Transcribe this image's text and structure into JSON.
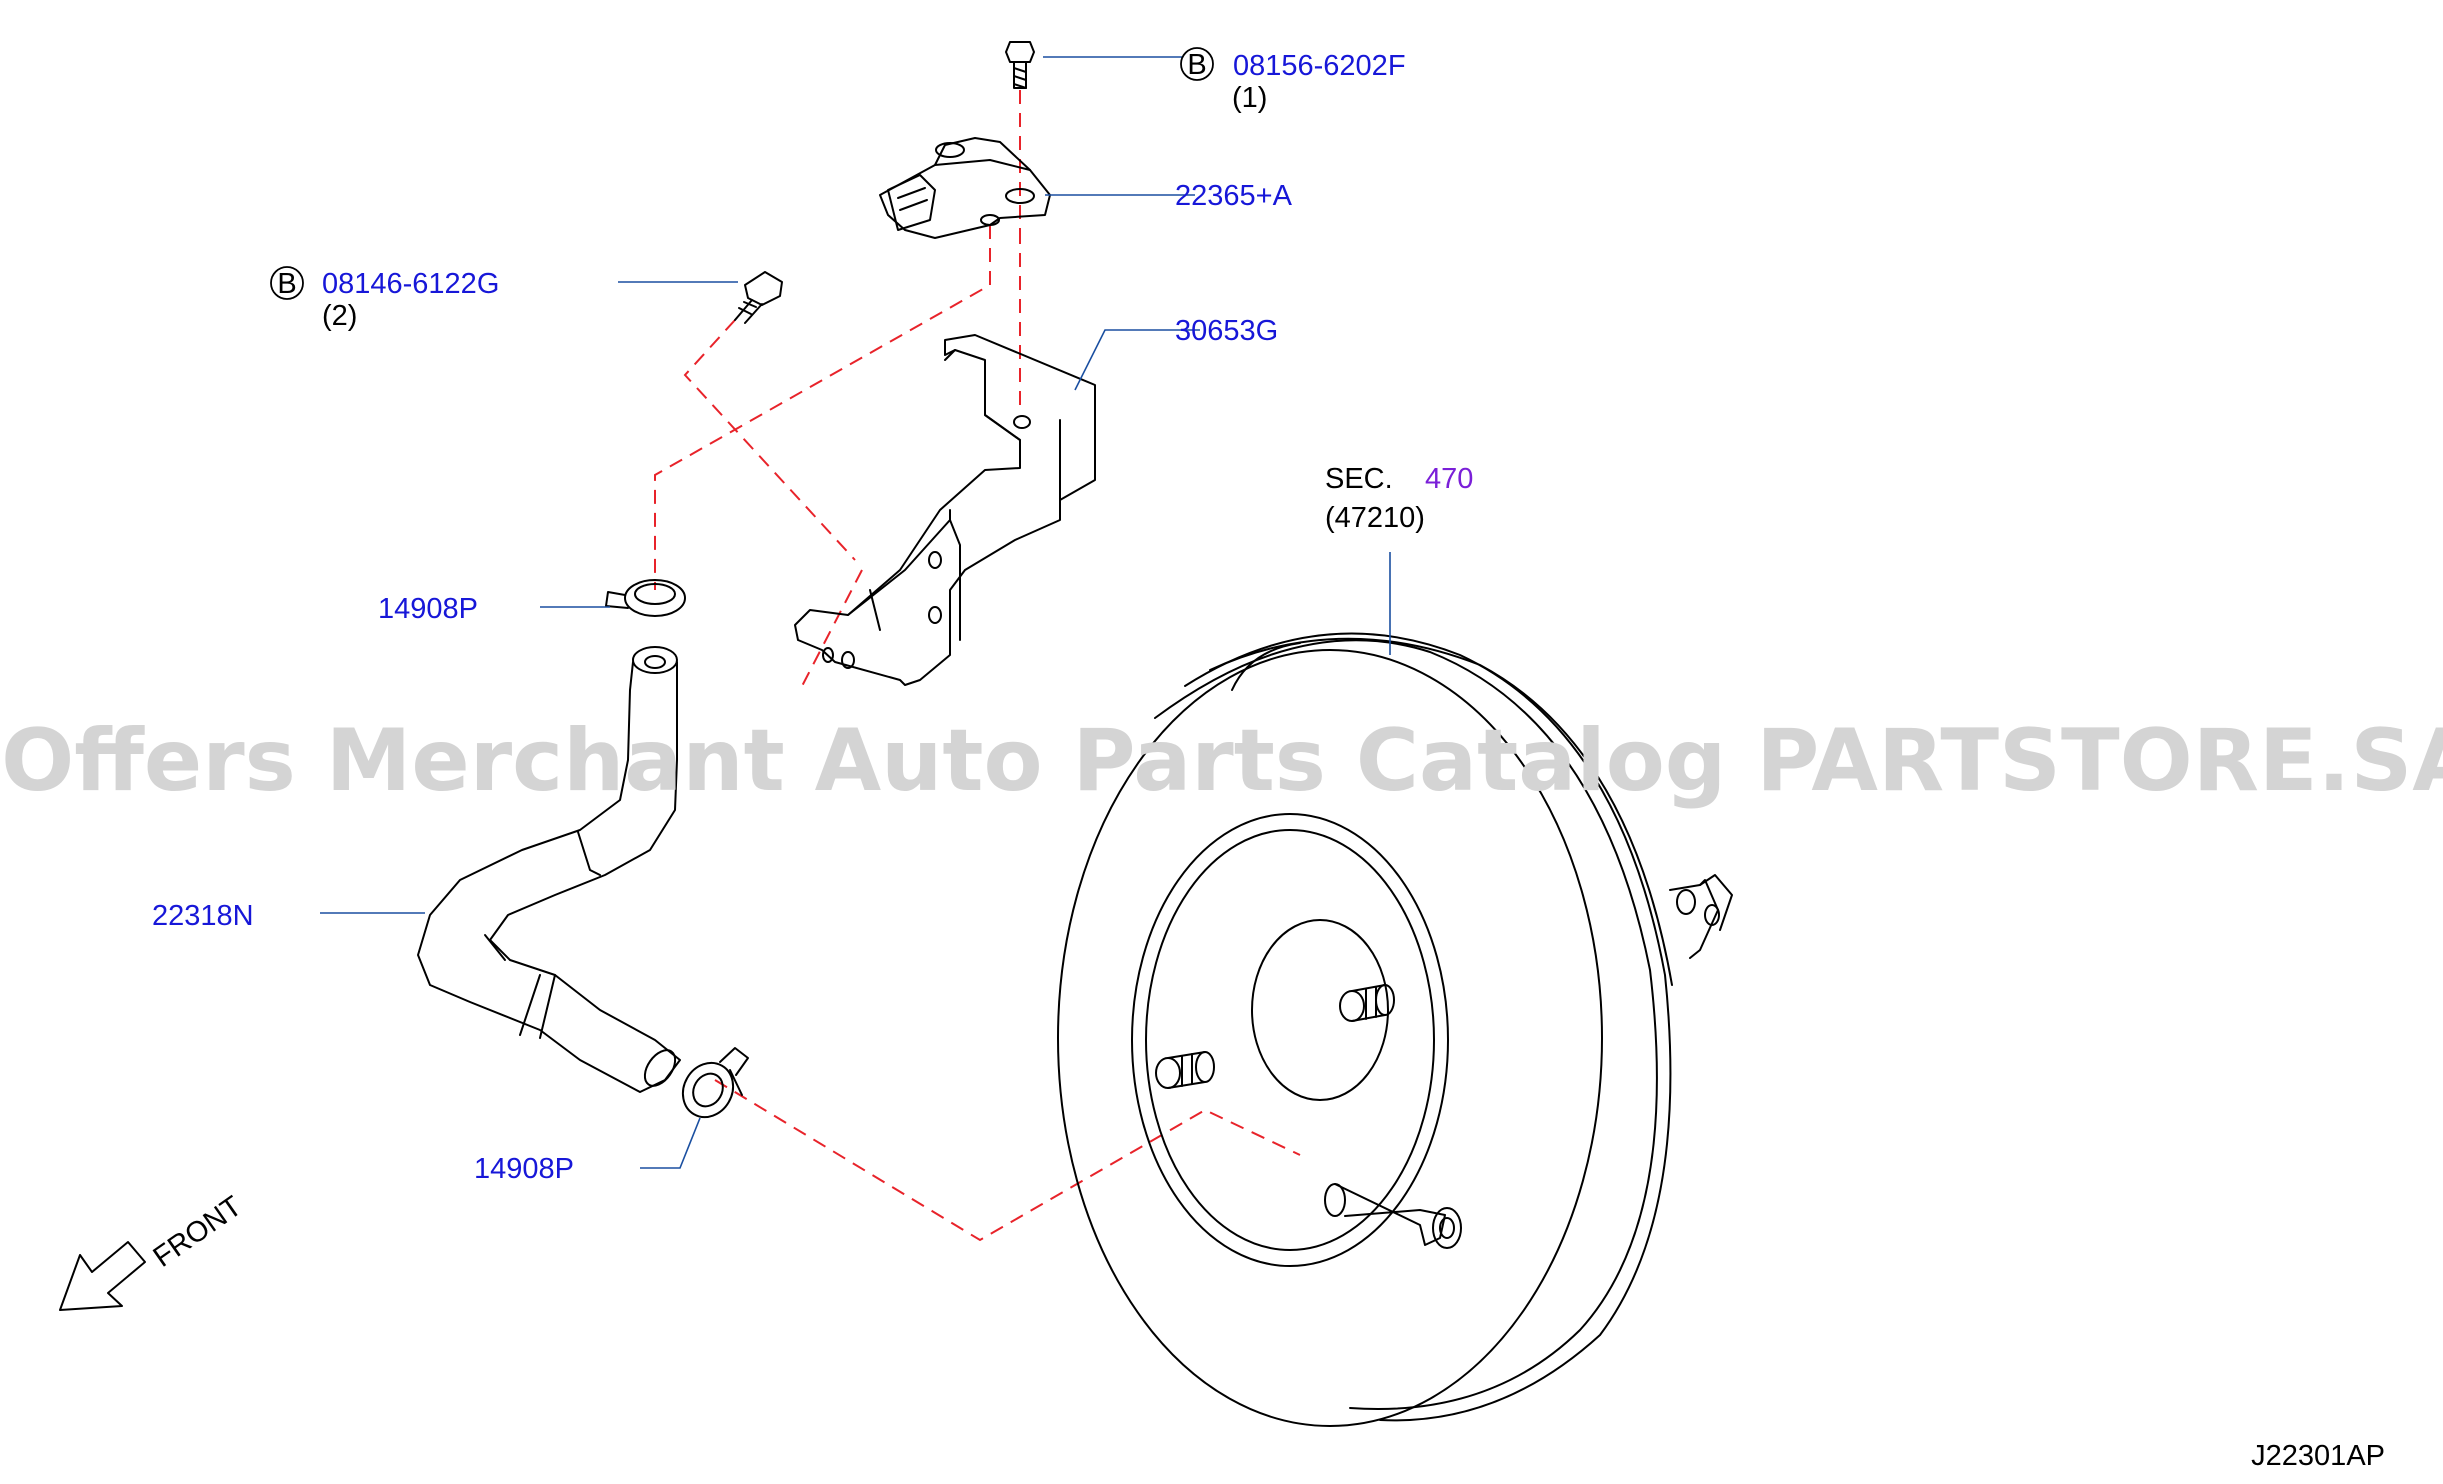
{
  "labels": {
    "bolt_1_part": "08156-6202F",
    "bolt_1_qty": "(1)",
    "bolt_2_part": "08146-6122G",
    "bolt_2_qty": "(2)",
    "sensor_part": "22365+A",
    "bracket_part": "30653G",
    "clamp_upper_part": "14908P",
    "clamp_lower_part": "14908P",
    "hose_part": "22318N",
    "section_prefix": "SEC.",
    "section_number": "470",
    "section_sub": "(47210)",
    "bolt_marker": "B",
    "front_label": "FRONT",
    "diagram_code": "J22301AP"
  },
  "watermark": "Offers Merchant Auto Parts Catalog PARTSTORE.SA",
  "colors": {
    "part_number": "#1717d8",
    "section_number": "#7a1fd8",
    "leader_line": "#1a4fa0",
    "dashed_assembly_line": "#e8232a",
    "watermark": "#d4d4d4"
  }
}
